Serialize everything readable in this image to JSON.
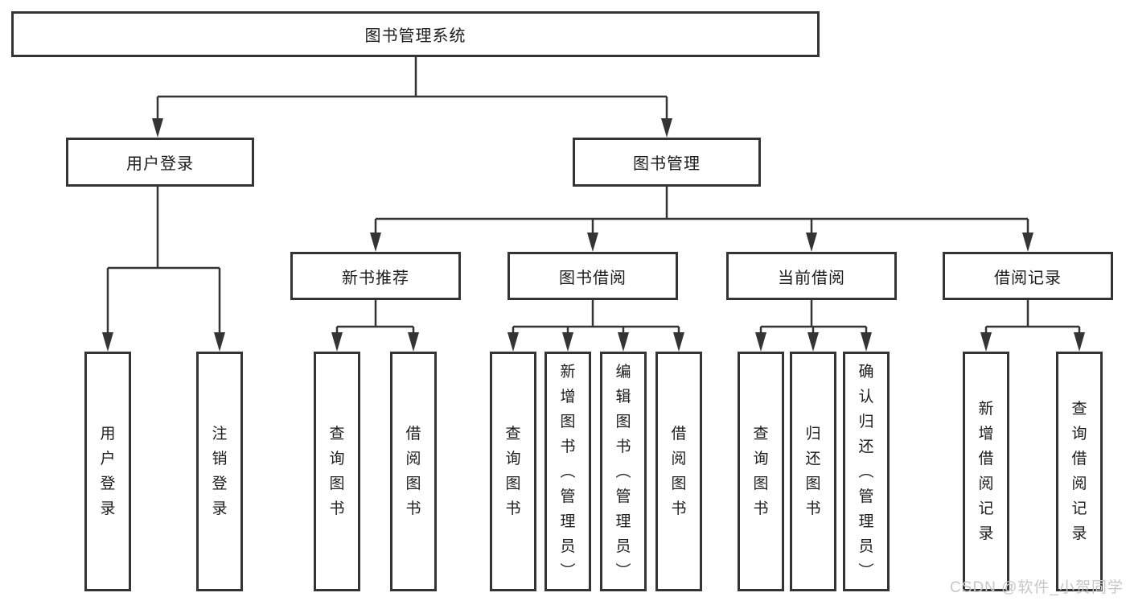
{
  "diagram": {
    "type": "hierarchy",
    "tree": {
      "label": "图书管理系统",
      "children": [
        {
          "label": "用户登录",
          "children": [
            {
              "label": "用户登录"
            },
            {
              "label": "注销登录"
            }
          ]
        },
        {
          "label": "图书管理",
          "children": [
            {
              "label": "新书推荐",
              "children": [
                {
                  "label": "查询图书"
                },
                {
                  "label": "借阅图书"
                }
              ]
            },
            {
              "label": "图书借阅",
              "children": [
                {
                  "label": "查询图书"
                },
                {
                  "label": "新增图书（管理员）"
                },
                {
                  "label": "编辑图书（管理员）"
                },
                {
                  "label": "借阅图书"
                }
              ]
            },
            {
              "label": "当前借阅",
              "children": [
                {
                  "label": "查询图书"
                },
                {
                  "label": "归还图书"
                },
                {
                  "label": "确认归还（管理员）"
                }
              ]
            },
            {
              "label": "借阅记录",
              "children": [
                {
                  "label": "新增借阅记录"
                },
                {
                  "label": "查询借阅记录"
                }
              ]
            }
          ]
        }
      ]
    },
    "colors": {
      "line": "#343434",
      "box_border": "#343434",
      "box_fill": "#ffffff",
      "text": "#1c1c1c",
      "watermark_text": "#c7c7c7",
      "background": "#ffffff"
    },
    "watermark": "CSDN @软件_小贺同学"
  }
}
